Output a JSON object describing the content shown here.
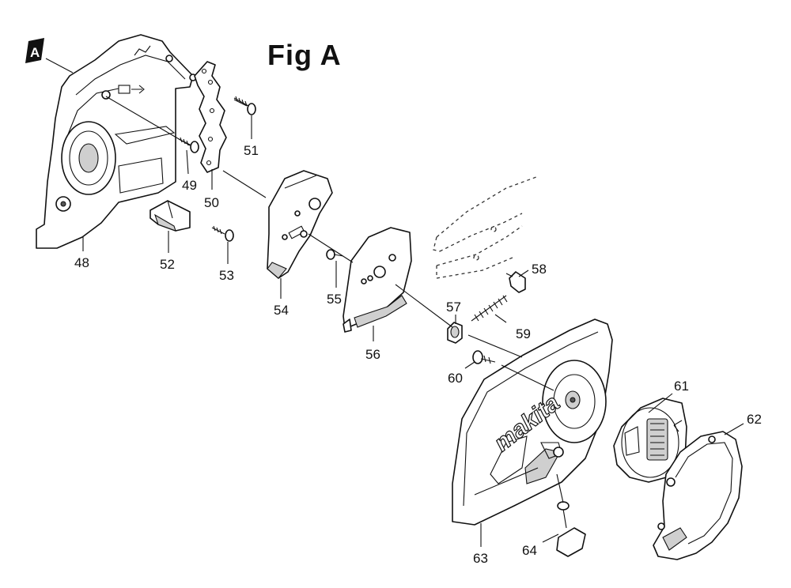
{
  "figure": {
    "title": "Fig A",
    "section_marker": "A",
    "brand_text": "makita"
  },
  "parts": [
    {
      "id": "p48",
      "number": "48"
    },
    {
      "id": "p49",
      "number": "49"
    },
    {
      "id": "p50",
      "number": "50"
    },
    {
      "id": "p51",
      "number": "51"
    },
    {
      "id": "p52",
      "number": "52"
    },
    {
      "id": "p53",
      "number": "53"
    },
    {
      "id": "p54",
      "number": "54"
    },
    {
      "id": "p55",
      "number": "55"
    },
    {
      "id": "p56",
      "number": "56"
    },
    {
      "id": "p57",
      "number": "57"
    },
    {
      "id": "p58",
      "number": "58"
    },
    {
      "id": "p59",
      "number": "59"
    },
    {
      "id": "p60",
      "number": "60"
    },
    {
      "id": "p61",
      "number": "61"
    },
    {
      "id": "p62",
      "number": "62"
    },
    {
      "id": "p63",
      "number": "63"
    },
    {
      "id": "p64",
      "number": "64"
    }
  ]
}
